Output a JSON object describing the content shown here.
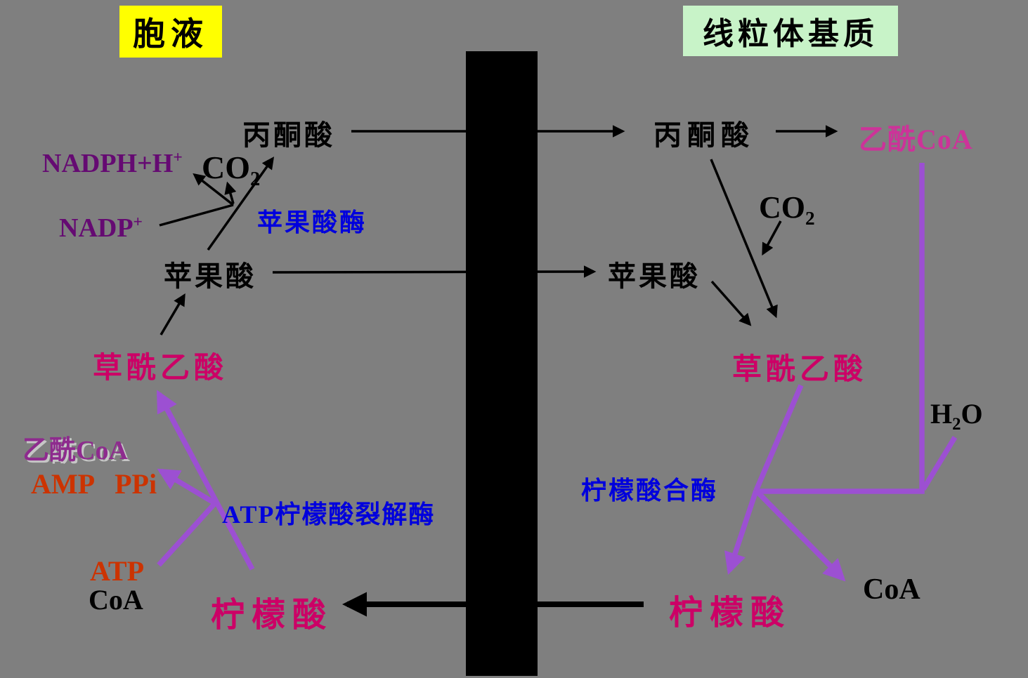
{
  "colors": {
    "background": "#7F7F7F",
    "membrane": "#000000",
    "cytosol_label_bg": "#FFFF00",
    "matrix_label_bg": "#C8F3C8",
    "metabolite_pink": "#CC0066",
    "acetylcoa_pink": "#CC3399",
    "acetylcoa_purple": "#8E2B8E",
    "cofactor_purple": "#650A72",
    "cofactor_orange": "#CC3300",
    "enzyme_blue": "#0000DD",
    "arrow_purple": "#9C50D2",
    "arrow_black": "#000000"
  },
  "compartments": {
    "cytosol": "胞液",
    "matrix": "线粒体基质"
  },
  "cytosol": {
    "pyruvate": "丙酮酸",
    "nadph": {
      "base": "NADPH+H",
      "sup": "+"
    },
    "co2": {
      "base": "CO",
      "sub": "2"
    },
    "nadp": {
      "base": "NADP",
      "sup": "+"
    },
    "malic_enzyme": "苹果酸酶",
    "malate": "苹果酸",
    "oxaloacetate": "草酰乙酸",
    "acetyl_coa": "乙酰CoA",
    "amp": "AMP",
    "ppi": "PPi",
    "atp_citrate_lyase": "ATP柠檬酸裂解酶",
    "atp": "ATP",
    "coa": "CoA",
    "citrate": "柠檬酸"
  },
  "matrix": {
    "pyruvate": "丙酮酸",
    "acetyl_coa": "乙酰CoA",
    "co2": {
      "base": "CO",
      "sub": "2"
    },
    "malate": "苹果酸",
    "oxaloacetate": "草酰乙酸",
    "citrate_synthase": "柠檬酸合酶",
    "h2o": {
      "base": "H",
      "sub": "2",
      "tail": "O"
    },
    "citrate": "柠檬酸",
    "coa": "CoA"
  }
}
